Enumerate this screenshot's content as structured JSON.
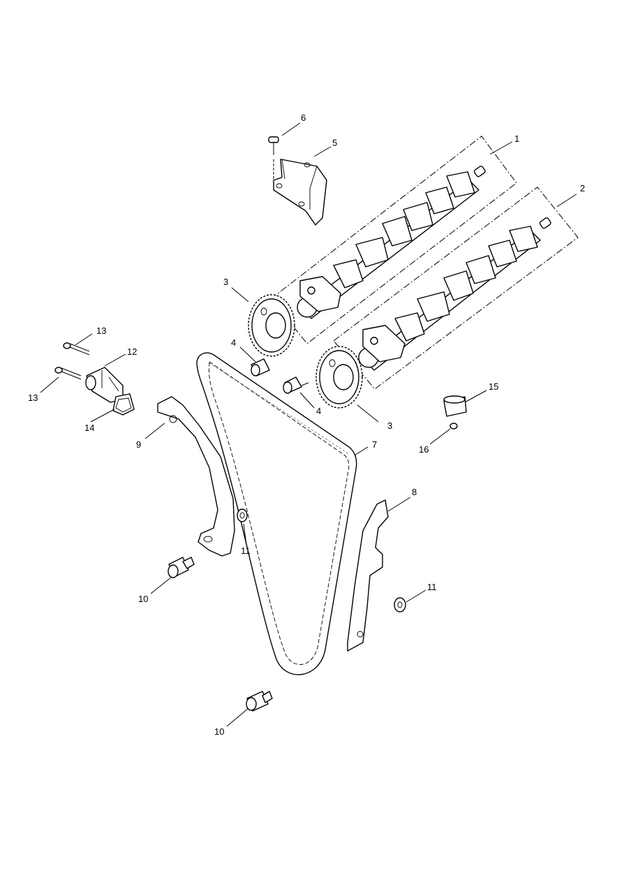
{
  "callouts": [
    {
      "id": "c1",
      "label": "1"
    },
    {
      "id": "c2",
      "label": "2"
    },
    {
      "id": "c3a",
      "label": "3"
    },
    {
      "id": "c3b",
      "label": "3"
    },
    {
      "id": "c4a",
      "label": "4"
    },
    {
      "id": "c4b",
      "label": "4"
    },
    {
      "id": "c5",
      "label": "5"
    },
    {
      "id": "c6",
      "label": "6"
    },
    {
      "id": "c7",
      "label": "7"
    },
    {
      "id": "c8",
      "label": "8"
    },
    {
      "id": "c9",
      "label": "9"
    },
    {
      "id": "c10a",
      "label": "10"
    },
    {
      "id": "c10b",
      "label": "10"
    },
    {
      "id": "c11a",
      "label": "11"
    },
    {
      "id": "c11b",
      "label": "11"
    },
    {
      "id": "c12",
      "label": "12"
    },
    {
      "id": "c13a",
      "label": "13"
    },
    {
      "id": "c13b",
      "label": "13"
    },
    {
      "id": "c14",
      "label": "14"
    },
    {
      "id": "c15",
      "label": "15"
    },
    {
      "id": "c16",
      "label": "16"
    }
  ]
}
